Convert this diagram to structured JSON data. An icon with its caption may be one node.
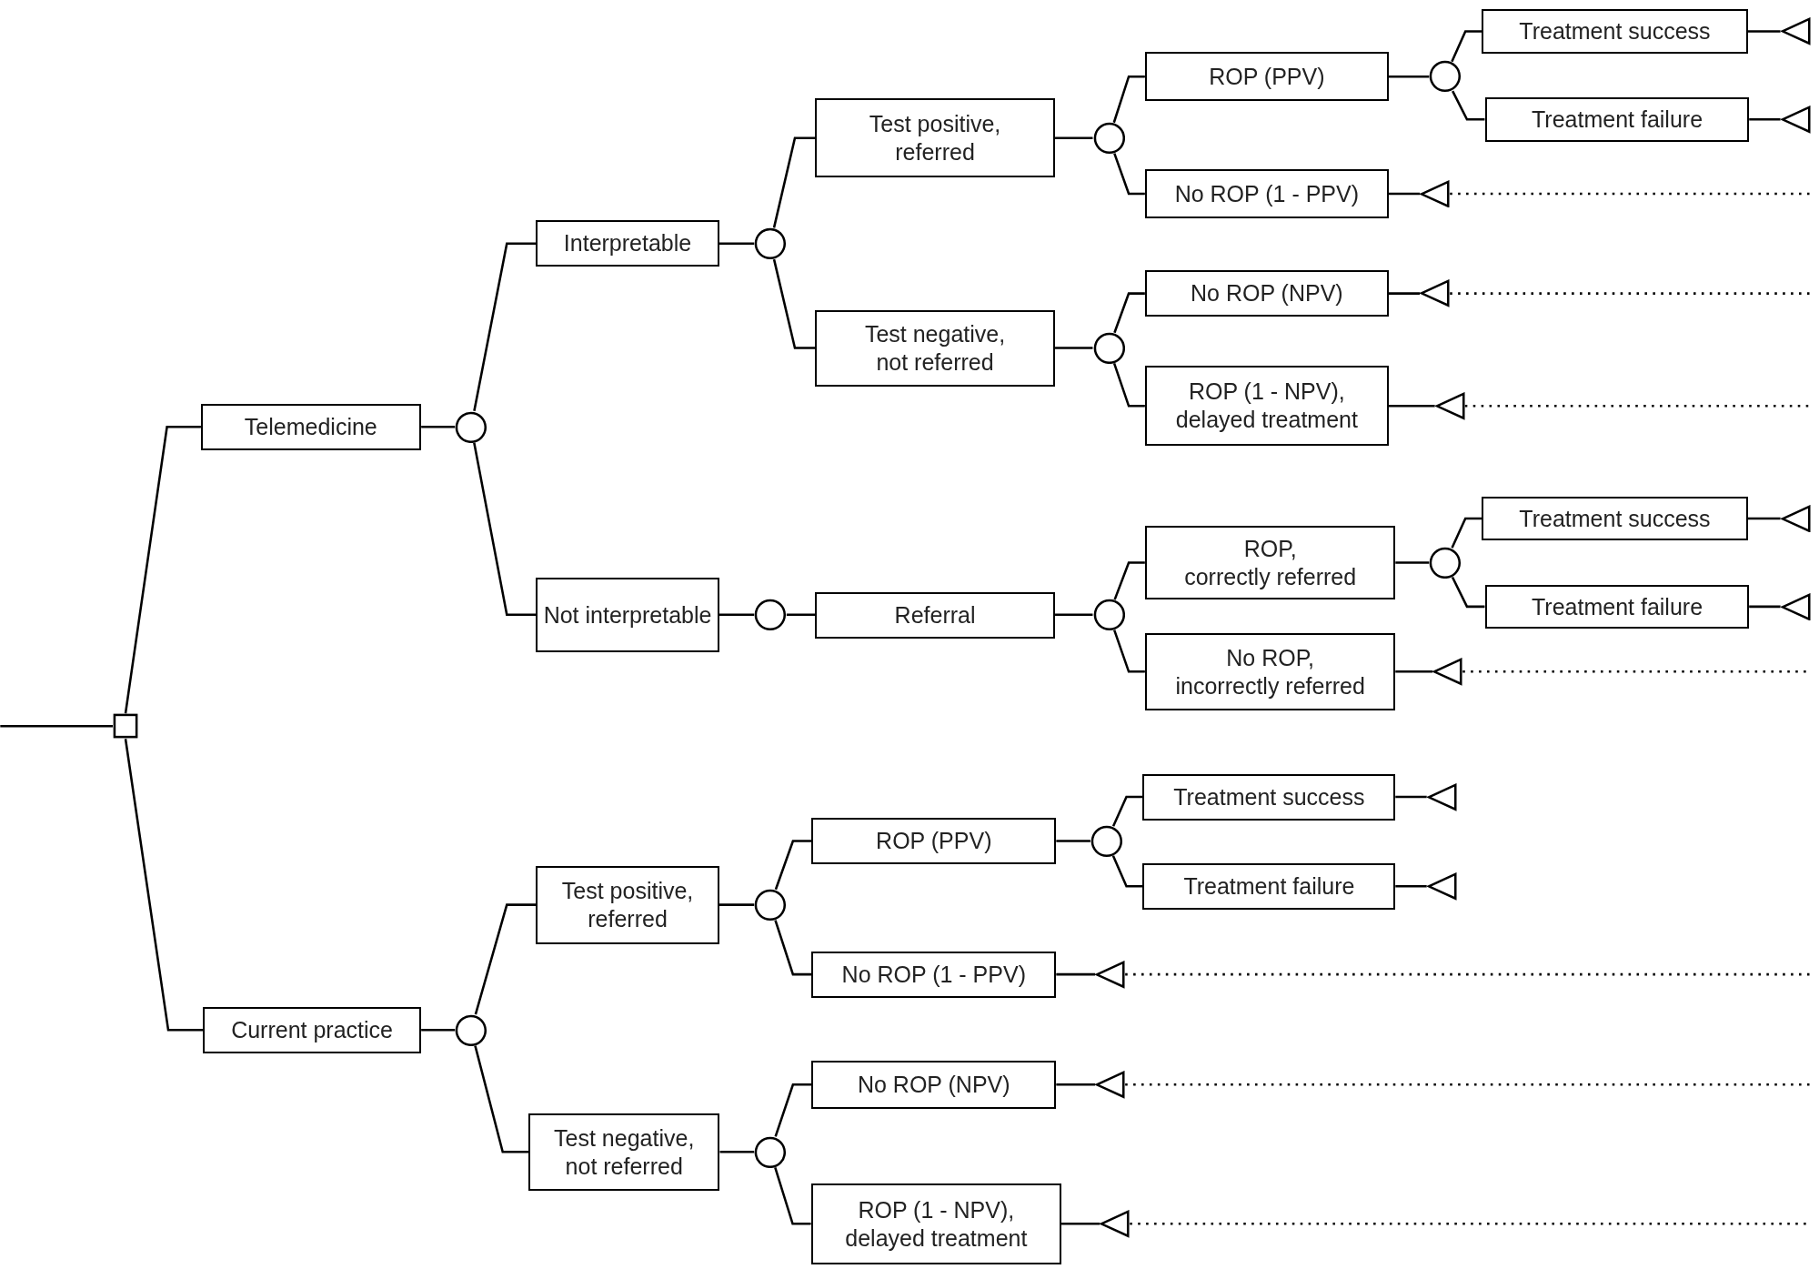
{
  "diagram": {
    "nodes": [
      {
        "text": [],
        "shape": "box"
      },
      {
        "text": [
          "Telemedicine"
        ]
      },
      {
        "text": [],
        "shape": "circle"
      },
      {
        "text": [
          "Interpretable"
        ]
      },
      {
        "text": [],
        "shape": "circle"
      },
      {
        "text": [
          "Test positive, referred"
        ]
      },
      {
        "text": [],
        "shape": "circle"
      },
      {
        "text": [
          "ROP (PPV)"
        ]
      },
      {
        "text": [],
        "shape": "circle"
      },
      {
        "text": [
          "Treatment success"
        ]
      },
      {
        "text": [],
        "shape": "triangle"
      },
      {
        "text": [
          "Treatment failure"
        ]
      },
      {
        "text": [],
        "shape": "triangle"
      },
      {
        "text": [
          "No ROP (1 - PPV)"
        ]
      },
      {
        "text": [],
        "shape": "triangle"
      },
      {
        "text": [
          "Test negative, not referred"
        ]
      },
      {
        "text": [],
        "shape": "circle"
      },
      {
        "text": [
          "No ROP (NPV)"
        ]
      },
      {
        "text": [],
        "shape": "triangle"
      },
      {
        "text": [
          "ROP (1 - NPV), delayed treatment"
        ]
      },
      {
        "text": [],
        "shape": "triangle"
      },
      {
        "text": [
          "Not interpretable"
        ]
      },
      {
        "text": [],
        "shape": "circle"
      },
      {
        "text": [
          "Referral"
        ]
      },
      {
        "text": [],
        "shape": "circle"
      },
      {
        "text": [
          "ROP, correctly referred"
        ]
      },
      {
        "text": [],
        "shape": "circle"
      },
      {
        "text": [
          "Treatment success"
        ]
      },
      {
        "text": [],
        "shape": "triangle"
      },
      {
        "text": [
          "Treatment failure"
        ]
      },
      {
        "text": [],
        "shape": "triangle"
      },
      {
        "text": [
          "No ROP, incorrectly referred"
        ]
      },
      {
        "text": [],
        "shape": "triangle"
      },
      {
        "text": [
          "Current practice"
        ]
      },
      {
        "text": [],
        "shape": "circle"
      },
      {
        "text": [
          "Test positive, referred"
        ]
      },
      {
        "text": [],
        "shape": "circle"
      },
      {
        "text": [
          "ROP (PPV)"
        ]
      },
      {
        "text": [],
        "shape": "circle"
      },
      {
        "text": [
          "Treatment success"
        ]
      },
      {
        "text": [],
        "shape": "triangle"
      },
      {
        "text": [
          "Treatment failure"
        ]
      },
      {
        "text": [],
        "shape": "triangle"
      },
      {
        "text": [
          "No ROP (1 - PPV)"
        ]
      },
      {
        "text": [],
        "shape": "triangle"
      },
      {
        "text": [
          "Test negative, not referred"
        ]
      },
      {
        "text": [],
        "shape": "circle"
      },
      {
        "text": [
          "No ROP (NPV)"
        ]
      },
      {
        "text": [],
        "shape": "triangle"
      },
      {
        "text": [
          "ROP (1 - NPV), delayed treatment"
        ]
      },
      {
        "text": [],
        "shape": "triangle"
      }
    ],
    "edges": [
      {
        "from": null,
        "to": 0,
        "arrow": "none"
      },
      {
        "from": 0,
        "to": 1,
        "arrow": "none"
      },
      {
        "from": 0,
        "to": 33,
        "arrow": "none"
      },
      {
        "from": 1,
        "to": 2,
        "arrow": "none"
      },
      {
        "from": 2,
        "to": 3,
        "arrow": "none"
      },
      {
        "from": 2,
        "to": 21,
        "arrow": "none"
      },
      {
        "from": 3,
        "to": 4,
        "arrow": "none"
      },
      {
        "from": 4,
        "to": 5,
        "arrow": "none"
      },
      {
        "from": 4,
        "to": 15,
        "arrow": "none"
      },
      {
        "from": 5,
        "to": 6,
        "arrow": "none"
      },
      {
        "from": 6,
        "to": 7,
        "arrow": "none"
      },
      {
        "from": 6,
        "to": 13,
        "arrow": "none"
      },
      {
        "from": 7,
        "to": 8,
        "arrow": "none"
      },
      {
        "from": 8,
        "to": 9,
        "arrow": "none"
      },
      {
        "from": 8,
        "to": 11,
        "arrow": "none"
      },
      {
        "from": 9,
        "to": 10,
        "arrow": "none"
      },
      {
        "from": 11,
        "to": 12,
        "arrow": "none"
      },
      {
        "from": 13,
        "to": 14,
        "arrow": "none"
      },
      {
        "from": 14,
        "to": null,
        "arrow": "none",
        "style": "dashed"
      },
      {
        "from": 15,
        "to": 16,
        "arrow": "none"
      },
      {
        "from": 16,
        "to": 17,
        "arrow": "none"
      },
      {
        "from": 16,
        "to": 19,
        "arrow": "none"
      },
      {
        "from": 17,
        "to": 18,
        "arrow": "none"
      },
      {
        "from": 18,
        "to": null,
        "arrow": "none",
        "style": "dashed"
      },
      {
        "from": 19,
        "to": 20,
        "arrow": "none"
      },
      {
        "from": 20,
        "to": null,
        "arrow": "none",
        "style": "dashed"
      },
      {
        "from": 21,
        "to": 22,
        "arrow": "none"
      },
      {
        "from": 22,
        "to": 23,
        "arrow": "none"
      },
      {
        "from": 23,
        "to": 24,
        "arrow": "none"
      },
      {
        "from": 24,
        "to": 25,
        "arrow": "none"
      },
      {
        "from": 24,
        "to": 31,
        "arrow": "none"
      },
      {
        "from": 25,
        "to": 26,
        "arrow": "none"
      },
      {
        "from": 26,
        "to": 27,
        "arrow": "none"
      },
      {
        "from": 26,
        "to": 29,
        "arrow": "none"
      },
      {
        "from": 27,
        "to": 28,
        "arrow": "none"
      },
      {
        "from": 29,
        "to": 30,
        "arrow": "none"
      },
      {
        "from": 31,
        "to": 32,
        "arrow": "none"
      },
      {
        "from": 32,
        "to": null,
        "arrow": "none",
        "style": "dashed"
      },
      {
        "from": 33,
        "to": 34,
        "arrow": "none"
      },
      {
        "from": 34,
        "to": 35,
        "arrow": "none"
      },
      {
        "from": 34,
        "to": 45,
        "arrow": "none"
      },
      {
        "from": 35,
        "to": 36,
        "arrow": "none"
      },
      {
        "from": 36,
        "to": 37,
        "arrow": "none"
      },
      {
        "from": 36,
        "to": 43,
        "arrow": "none"
      },
      {
        "from": 37,
        "to": 38,
        "arrow": "none"
      },
      {
        "from": 38,
        "to": 39,
        "arrow": "none"
      },
      {
        "from": 38,
        "to": 41,
        "arrow": "none"
      },
      {
        "from": 39,
        "to": 40,
        "arrow": "none"
      },
      {
        "from": 41,
        "to": 42,
        "arrow": "none"
      },
      {
        "from": 43,
        "to": 44,
        "arrow": "none"
      },
      {
        "from": 44,
        "to": null,
        "arrow": "none",
        "style": "dashed"
      },
      {
        "from": 45,
        "to": 46,
        "arrow": "none"
      },
      {
        "from": 46,
        "to": 47,
        "arrow": "none"
      },
      {
        "from": 46,
        "to": 49,
        "arrow": "none"
      },
      {
        "from": 47,
        "to": 48,
        "arrow": "none"
      },
      {
        "from": 48,
        "to": null,
        "arrow": "none",
        "style": "dashed"
      },
      {
        "from": 49,
        "to": 50,
        "arrow": "none"
      },
      {
        "from": 50,
        "to": null,
        "arrow": "none",
        "style": "dashed"
      }
    ]
  }
}
